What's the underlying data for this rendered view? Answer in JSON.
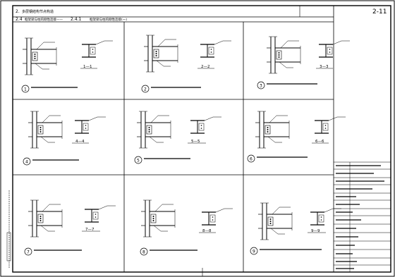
{
  "sheet": {
    "section_title": "2.",
    "section_title_cn": "多层钢结构节点构造",
    "page_number": "2-11",
    "subheading": "2.4",
    "subheading_cn": "框架梁与柱的刚性连接——",
    "subsection": "2.4.1",
    "subsection_cn": "框架梁与柱的刚性连接(一)"
  },
  "details": [
    {
      "num": "1",
      "section": "1—1"
    },
    {
      "num": "2",
      "section": "2—2"
    },
    {
      "num": "3",
      "section": "3—3"
    },
    {
      "num": "4",
      "section": "4—4"
    },
    {
      "num": "5",
      "section": "5—5"
    },
    {
      "num": "6",
      "section": "6—6"
    },
    {
      "num": "7",
      "section": "7—7"
    },
    {
      "num": "8",
      "section": "8—8"
    },
    {
      "num": "9",
      "section": "9—9"
    }
  ],
  "colors": {
    "line": "#000000",
    "paper": "#ffffff"
  }
}
